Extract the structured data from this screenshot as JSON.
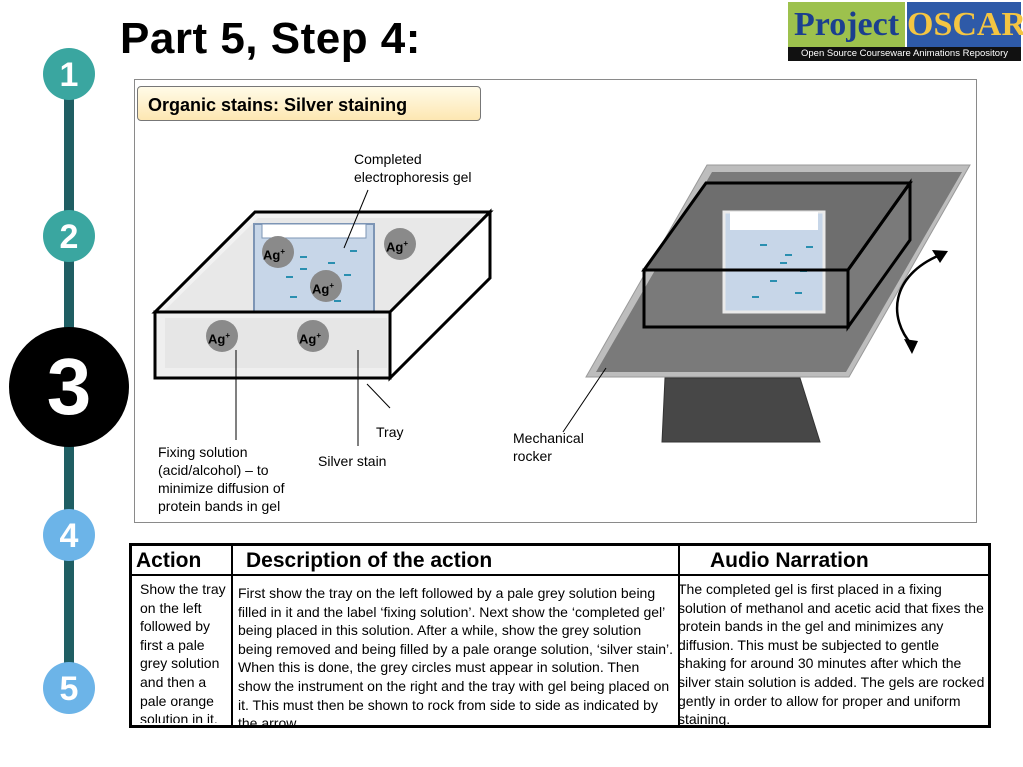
{
  "title": "Part 5, Step 4:",
  "logo": {
    "word1": "Project",
    "word2": "OSCAR",
    "subtitle": "Open Source Courseware Animations Repository"
  },
  "steps": [
    "1",
    "2",
    "3",
    "4",
    "5"
  ],
  "active_step": "3",
  "colors": {
    "rail": "#1f5e63",
    "step_teal": "#3aa6a0",
    "step_blue": "#6cb4e8",
    "step_active": "#000000",
    "subtitle_bg": "#fde7b2"
  },
  "panel": {
    "subtitle": "Organic stains: Silver staining",
    "labels": {
      "completed_gel": "Completed electrophoresis gel",
      "tray": "Tray",
      "fixing_solution": "Fixing solution (acid/alcohol) – to minimize diffusion of protein bands in gel",
      "silver_stain": "Silver stain",
      "mechanical_rocker": "Mechanical rocker"
    },
    "ion_label": "Ag",
    "ion_charge": "+"
  },
  "table": {
    "headers": [
      "Action",
      "Description of the action",
      "Audio Narration"
    ],
    "action": "Show the tray on the left followed by first a pale grey solution and then a pale orange solution in it.",
    "description": "First show the tray on the left followed by a pale grey solution being filled in it and the label ‘fixing solution’. Next show the ‘completed gel’ being placed in this solution. After a while, show the grey solution being removed and being filled by a pale orange solution, ‘silver stain’.  When this is done, the grey circles must appear in solution. Then show  the instrument on the right and the tray with gel being placed on it. This must then be shown to rock from side to side as indicated by the arrow.",
    "narration": "The completed gel is first placed in a fixing solution of methanol and acetic acid that fixes the protein bands in the gel and minimizes any diffusion. This must be subjected to gentle shaking for around 30 minutes after which the silver stain solution is added. The gels are rocked gently in order to allow for proper and uniform staining."
  }
}
